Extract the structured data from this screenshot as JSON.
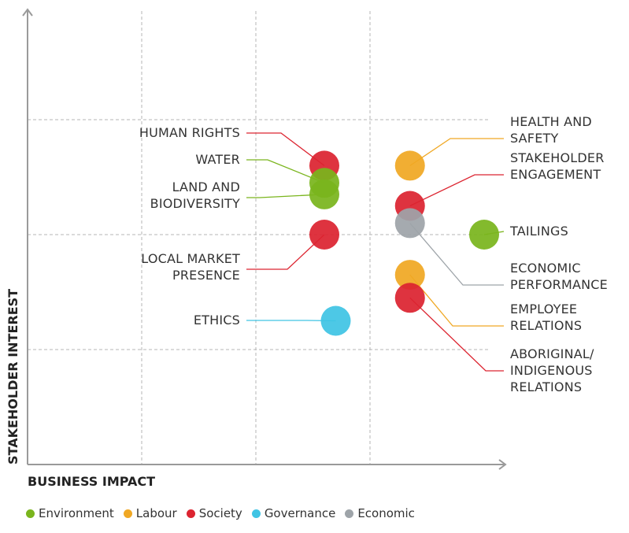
{
  "chart_data": {
    "type": "scatter",
    "title": "",
    "xlabel": "BUSINESS IMPACT",
    "ylabel": "STAKEHOLDER INTEREST",
    "xlim": [
      0,
      4.2
    ],
    "ylim": [
      0,
      4
    ],
    "grid": true,
    "legend_position": "bottom",
    "categories": [
      {
        "name": "Environment",
        "color": "#7ab51d"
      },
      {
        "name": "Labour",
        "color": "#f0a824"
      },
      {
        "name": "Society",
        "color": "#dc2430"
      },
      {
        "name": "Governance",
        "color": "#40c4e4"
      },
      {
        "name": "Economic",
        "color": "#9ea4a9"
      }
    ],
    "points": [
      {
        "label": [
          "HUMAN RIGHTS"
        ],
        "category": "Society",
        "x": 2.6,
        "y": 2.6
      },
      {
        "label": [
          "WATER"
        ],
        "category": "Environment",
        "x": 2.6,
        "y": 2.45
      },
      {
        "label": [
          "LAND AND",
          "BIODIVERSITY"
        ],
        "category": "Environment",
        "x": 2.6,
        "y": 2.35
      },
      {
        "label": [
          "LOCAL MARKET",
          "PRESENCE"
        ],
        "category": "Society",
        "x": 2.6,
        "y": 2.0
      },
      {
        "label": [
          "ETHICS"
        ],
        "category": "Governance",
        "x": 2.7,
        "y": 1.25
      },
      {
        "label": [
          "HEALTH AND",
          "SAFETY"
        ],
        "category": "Labour",
        "x": 3.35,
        "y": 2.6
      },
      {
        "label": [
          "STAKEHOLDER",
          "ENGAGEMENT"
        ],
        "category": "Society",
        "x": 3.35,
        "y": 2.25
      },
      {
        "label": [
          "ECONOMIC",
          "PERFORMANCE"
        ],
        "category": "Economic",
        "x": 3.35,
        "y": 2.1
      },
      {
        "label": [
          "TAILINGS"
        ],
        "category": "Environment",
        "x": 4.0,
        "y": 2.0
      },
      {
        "label": [
          "EMPLOYEE",
          "RELATIONS"
        ],
        "category": "Labour",
        "x": 3.35,
        "y": 1.65
      },
      {
        "label": [
          "ABORIGINAL/",
          "INDIGENOUS",
          "RELATIONS"
        ],
        "category": "Society",
        "x": 3.35,
        "y": 1.45
      }
    ]
  }
}
